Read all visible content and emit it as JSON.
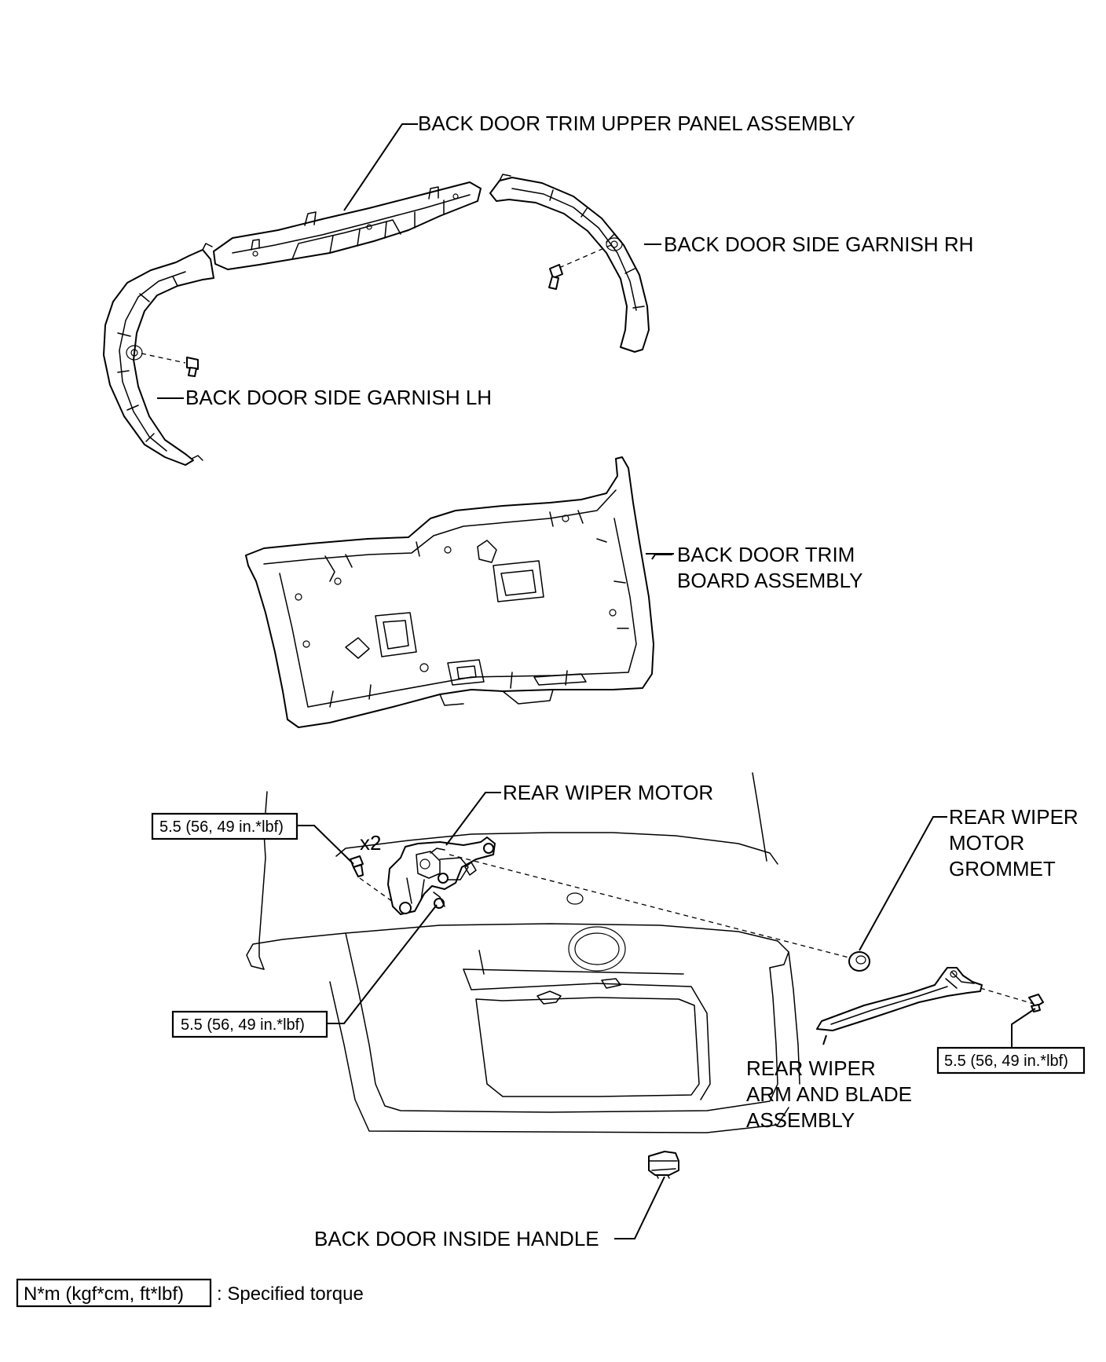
{
  "labels": {
    "upper_panel": "BACK DOOR TRIM UPPER PANEL ASSEMBLY",
    "garnish_rh": "BACK DOOR SIDE GARNISH RH",
    "garnish_lh": "BACK DOOR SIDE GARNISH LH",
    "trim_board_line1": "BACK DOOR TRIM",
    "trim_board_line2": "BOARD ASSEMBLY",
    "wiper_motor": "REAR WIPER MOTOR",
    "grommet_line1": "REAR WIPER",
    "grommet_line2": "MOTOR",
    "grommet_line3": "GROMMET",
    "arm_line1": "REAR WIPER",
    "arm_line2": "ARM AND BLADE",
    "arm_line3": "ASSEMBLY",
    "inside_handle": "BACK DOOR INSIDE HANDLE",
    "qty_x2": "x2"
  },
  "torques": {
    "motor_bolts": "5.5 (56, 49 in.*lbf)",
    "motor_nut": "5.5 (56, 49 in.*lbf)",
    "arm_nut": "5.5 (56, 49 in.*lbf)"
  },
  "legend": {
    "unit_box": "N*m (kgf*cm, ft*lbf)",
    "description": ": Specified torque"
  }
}
